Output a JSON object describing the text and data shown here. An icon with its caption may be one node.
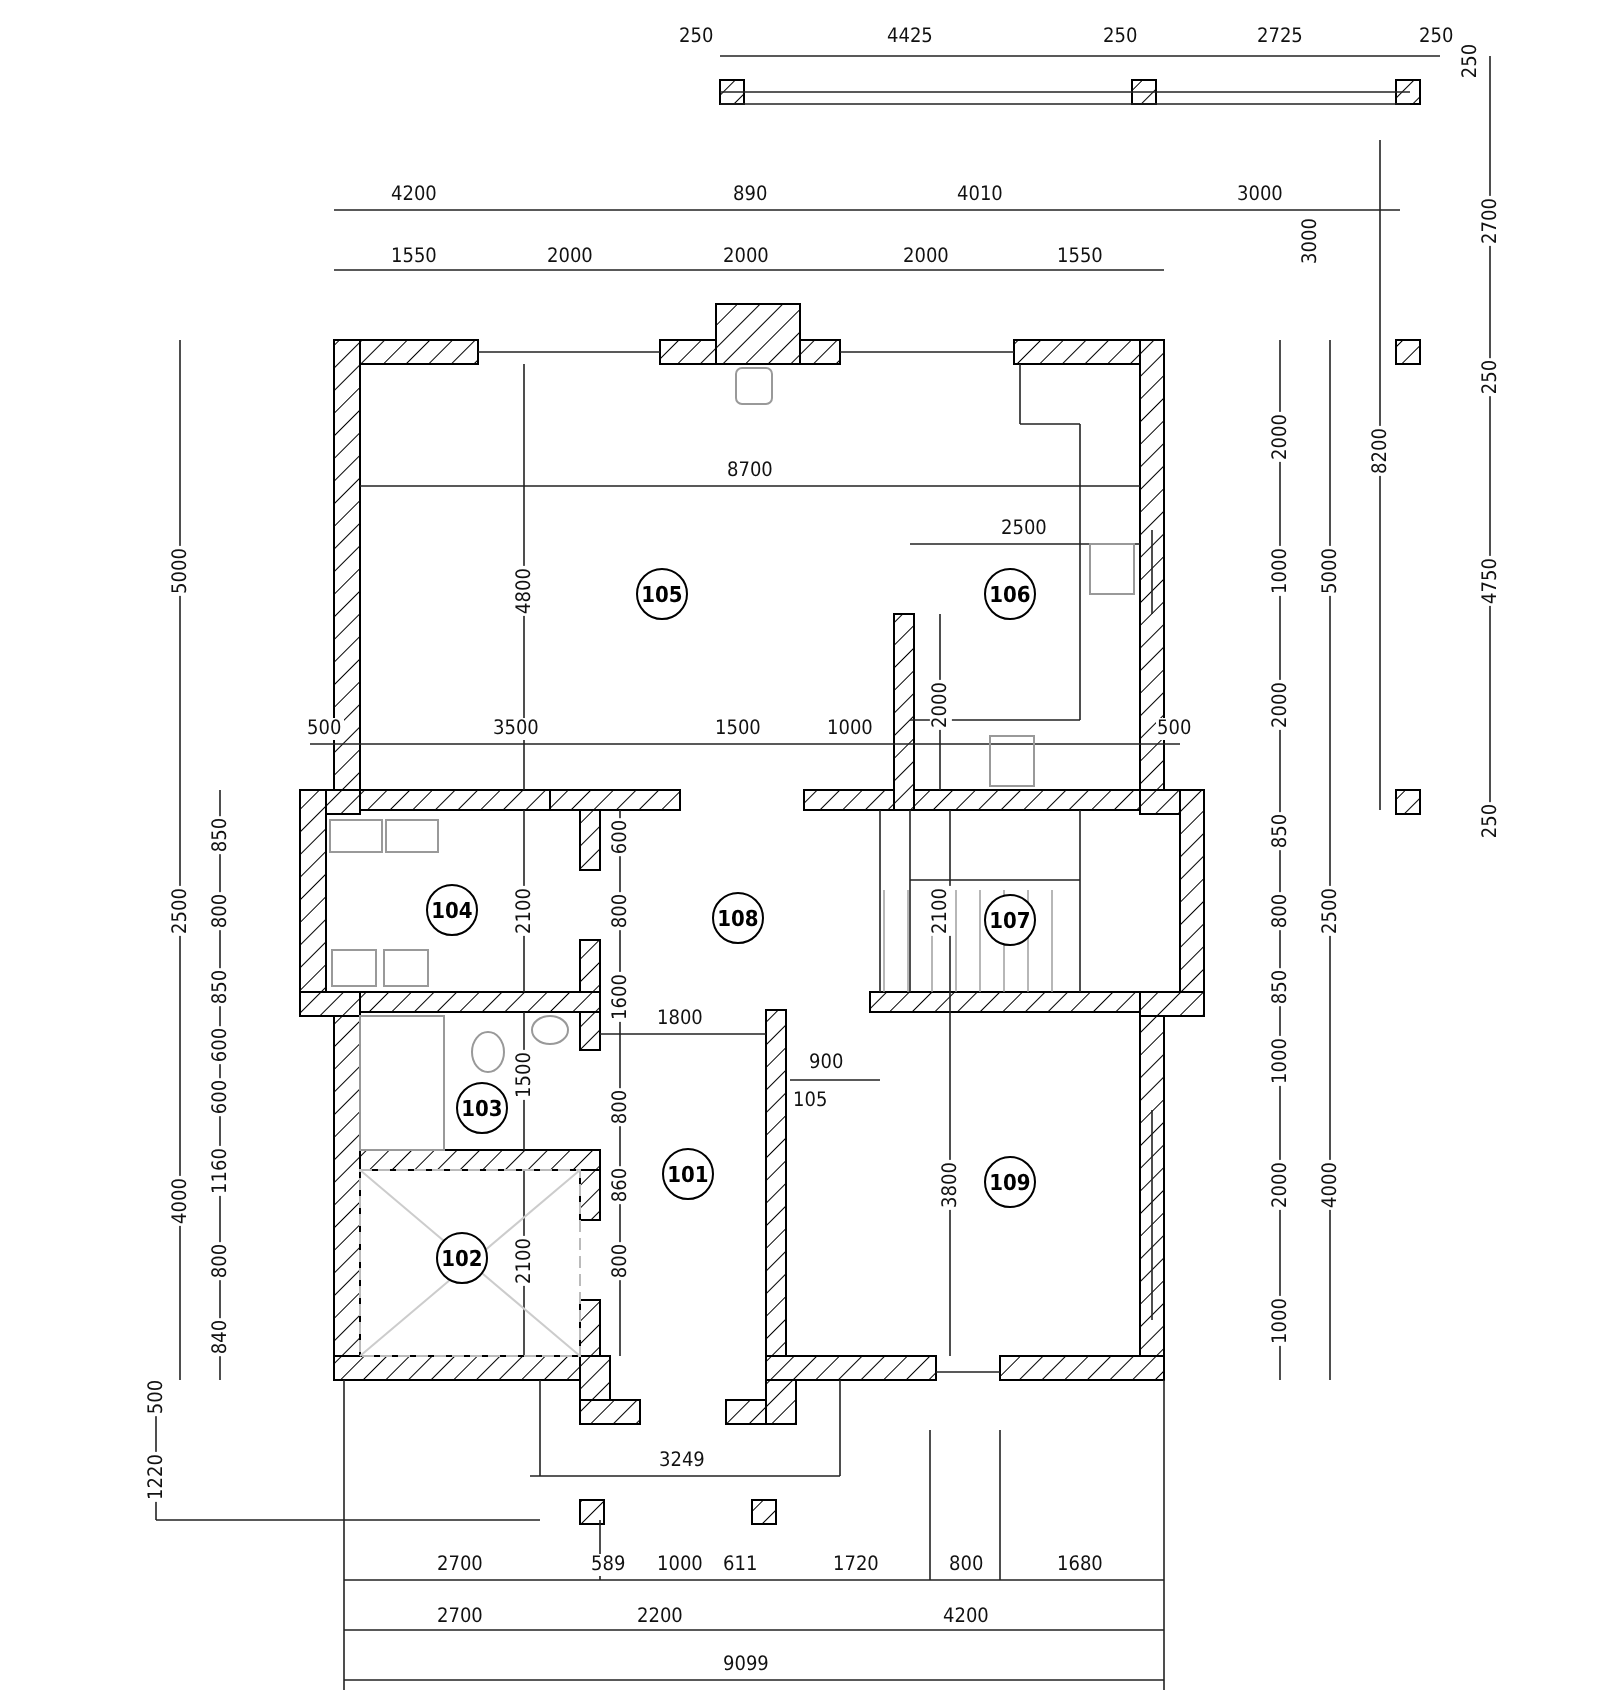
{
  "diagram": {
    "nodes": [
      {
        "text": [
          "105"
        ]
      },
      {
        "text": [
          "106"
        ]
      },
      {
        "text": [
          "104"
        ]
      },
      {
        "text": [
          "108"
        ]
      },
      {
        "text": [
          "107"
        ]
      },
      {
        "text": [
          "103"
        ]
      },
      {
        "text": [
          "101"
        ]
      },
      {
        "text": [
          "102"
        ]
      },
      {
        "text": [
          "109"
        ]
      }
    ],
    "labels": [
      "250",
      "4425",
      "250",
      "2725",
      "250",
      "250",
      "4200",
      "890",
      "4010",
      "3000",
      "2700",
      "3000",
      "1550",
      "2000",
      "2000",
      "2000",
      "1550",
      "5000",
      "2000",
      "8200",
      "250",
      "8700",
      "4800",
      "2500",
      "1000",
      "5000",
      "4750",
      "2000",
      "500",
      "3500",
      "1500",
      "1000",
      "500",
      "2000",
      "250",
      "850",
      "600",
      "850",
      "2500",
      "800",
      "2100",
      "800",
      "2100",
      "800",
      "2500",
      "850",
      "1600",
      "850",
      "1800",
      "600",
      "1500",
      "900",
      "1000",
      "600",
      "105",
      "4000",
      "1160",
      "800",
      "860",
      "3800",
      "2000",
      "4000",
      "800",
      "2100",
      "800",
      "840",
      "1000",
      "500",
      "3249",
      "1220",
      "2700",
      "589",
      "1000",
      "611",
      "1720",
      "800",
      "1680",
      "2700",
      "2200",
      "4200",
      "9099"
    ]
  }
}
